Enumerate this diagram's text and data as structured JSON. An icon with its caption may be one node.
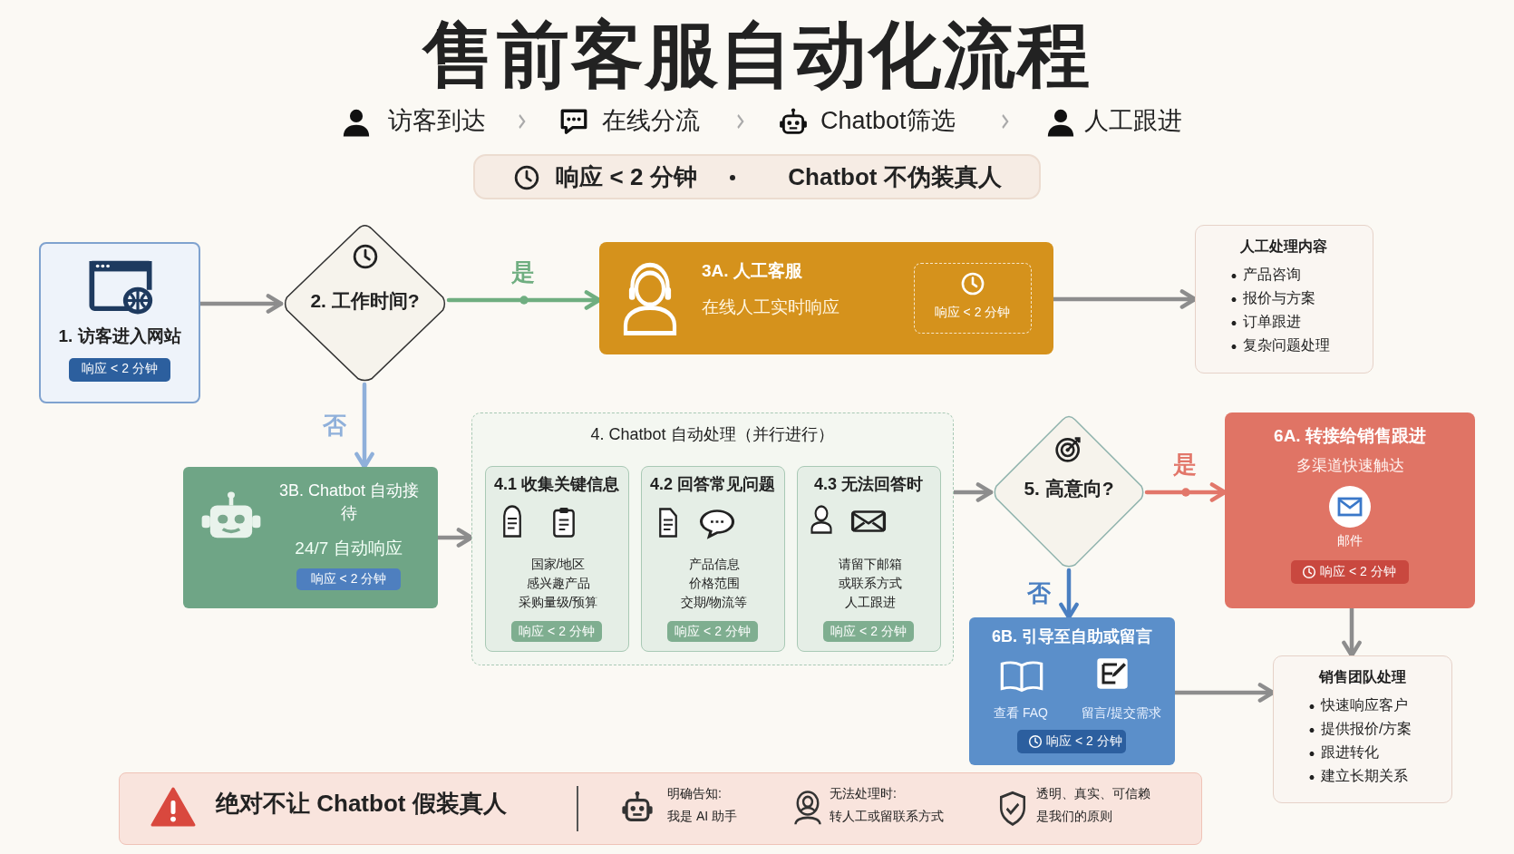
{
  "diagram": {
    "title": "售前客服自动化流程",
    "nodes": [
      {
        "text": [
          "响应 < 2 分钟",
          "Chatbot 不伪装真人"
        ]
      },
      {
        "text": [
          "1. 访客进入网站",
          "响应 < 2 分钟"
        ]
      },
      {
        "text": [
          "2. 工作时间?"
        ]
      },
      {
        "text": [
          "3A. 人工客服",
          "在线人工实时响应"
        ]
      },
      {
        "text": [
          "响应 < 2 分钟"
        ],
        "in": 3
      },
      {
        "text": [
          "人工处理内容",
          "产品咨询",
          "报价与方案",
          "订单跟进",
          "复杂问题处理"
        ]
      },
      {
        "text": [
          "3B. Chatbot 自动接待",
          "24/7 自动响应",
          "响应 < 2 分钟"
        ]
      },
      {
        "text": [
          "4. Chatbot 自动处理（并行进行）"
        ]
      },
      {
        "text": [
          "4.1 收集关键信息",
          "国家/地区",
          "感兴趣产品",
          "采购量级/预算",
          "响应 < 2 分钟"
        ],
        "in": 7
      },
      {
        "text": [
          "4.2 回答常见问题",
          "产品信息",
          "价格范围",
          "交期/物流等",
          "响应 < 2 分钟"
        ],
        "in": 7
      },
      {
        "text": [
          "4.3 无法回答时",
          "请留下邮箱",
          "或联系方式",
          "人工跟进",
          "响应 < 2 分钟"
        ],
        "in": 7
      },
      {
        "text": [
          "5. 高意向?"
        ]
      },
      {
        "text": [
          "6A. 转接给销售跟进",
          "多渠道快速触达",
          "邮件",
          "响应 < 2 分钟"
        ]
      },
      {
        "text": [
          "6B. 引导至自助或留言",
          "查看 FAQ",
          "留言/提交需求",
          "响应 < 2 分钟"
        ]
      },
      {
        "text": [
          "销售团队处理",
          "快速响应客户",
          "提供报价/方案",
          "跟进转化",
          "建立长期关系"
        ]
      },
      {
        "text": [
          "绝对不让 Chatbot 假装真人",
          "明确告知:",
          "我是 AI 助手",
          "无法处理时:",
          "转人工或留联系方式",
          "透明、真实、可信赖",
          "是我们的原则"
        ]
      }
    ],
    "edges": [
      {
        "from": 1,
        "to": 2,
        "arrow": "to"
      },
      {
        "from": 2,
        "to": 3,
        "arrow": "to",
        "label": "是",
        "color": "#6fae80"
      },
      {
        "from": 3,
        "to": 5,
        "arrow": "to"
      },
      {
        "from": 2,
        "to": 6,
        "arrow": "to",
        "label": "否",
        "color": "#8fb0da"
      },
      {
        "from": 6,
        "to": 7,
        "arrow": "to"
      },
      {
        "from": 7,
        "to": 11,
        "arrow": "to"
      },
      {
        "from": 11,
        "to": 12,
        "arrow": "to",
        "label": "是",
        "color": "#e2776a"
      },
      {
        "from": 11,
        "to": 13,
        "arrow": "to",
        "label": "否",
        "color": "#4a7fc1"
      },
      {
        "from": 13,
        "to": 14,
        "arrow": "to"
      },
      {
        "from": 12,
        "to": 14,
        "arrow": "to"
      }
    ],
    "labels": [
      "访客到达",
      "在线分流",
      "Chatbot筛选",
      "人工跟进"
    ]
  }
}
